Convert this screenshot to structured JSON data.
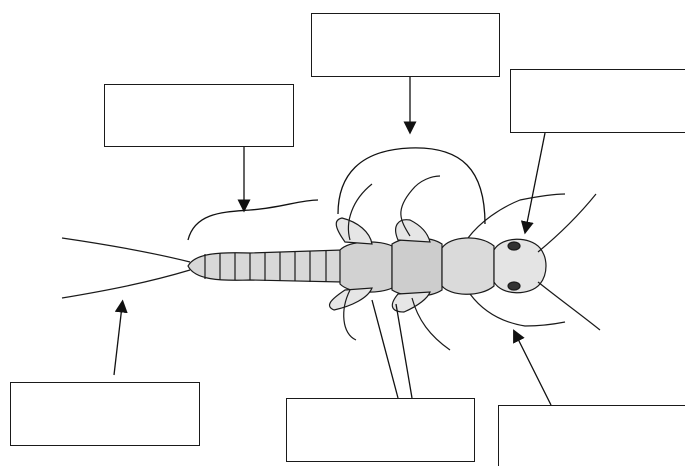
{
  "diagram": {
    "label_boxes": [
      {
        "id": "thorax",
        "text": ""
      },
      {
        "id": "abdomen",
        "text": ""
      },
      {
        "id": "head",
        "text": ""
      },
      {
        "id": "cerci",
        "text": ""
      },
      {
        "id": "wing-pads",
        "text": ""
      },
      {
        "id": "legs",
        "text": ""
      }
    ]
  },
  "colors": {
    "outline": "#1a1a1a",
    "body_fill": "#dcdcdc",
    "segment_fill": "#cfcfcf",
    "wing_fill": "#e8e8e8"
  }
}
